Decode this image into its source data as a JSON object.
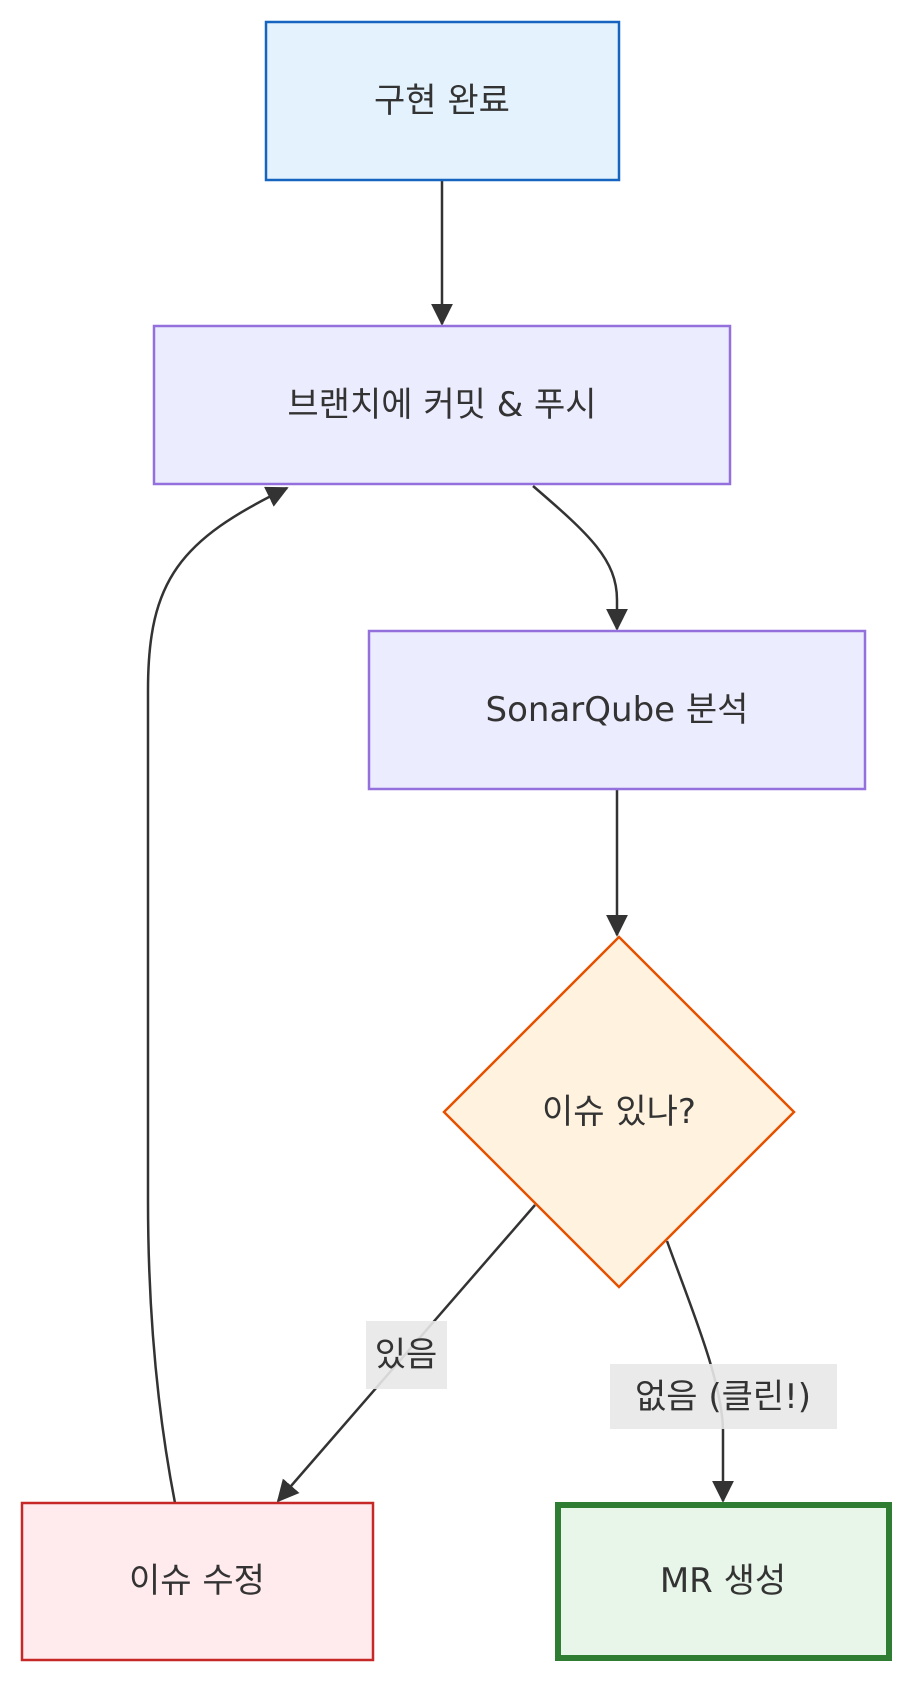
{
  "nodes": {
    "done": {
      "label": "구현 완료",
      "fill": "#e3f2fd",
      "stroke": "#1565c0"
    },
    "push": {
      "label": "브랜치에 커밋 & 푸시",
      "fill": "#ececff",
      "stroke": "#9370db"
    },
    "sonar": {
      "label": "SonarQube 분석",
      "fill": "#ececff",
      "stroke": "#9370db"
    },
    "decision": {
      "label": "이슈 있나?",
      "fill": "#fff3e0",
      "stroke": "#e65100"
    },
    "fix": {
      "label": "이슈 수정",
      "fill": "#ffebee",
      "stroke": "#c62828"
    },
    "mr": {
      "label": "MR 생성",
      "fill": "#e8f5e9",
      "stroke": "#2e7d32"
    }
  },
  "edges": {
    "yes_label": "있음",
    "no_label": "없음 (클린!)"
  }
}
